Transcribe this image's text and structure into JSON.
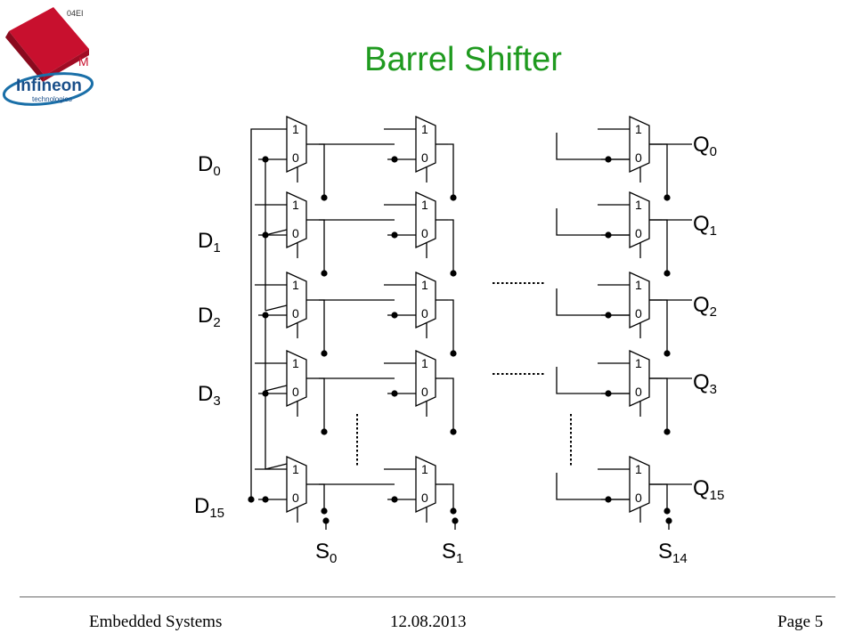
{
  "slide": {
    "title": "Barrel Shifter",
    "logo": {
      "brand": "Infineon",
      "tagline": "technologies",
      "corner_mark": "04EI",
      "letter": "M"
    }
  },
  "diagram": {
    "mux_labels": {
      "top": "1",
      "bottom": "0"
    },
    "inputs": [
      {
        "base": "D",
        "sub": "0"
      },
      {
        "base": "D",
        "sub": "1"
      },
      {
        "base": "D",
        "sub": "2"
      },
      {
        "base": "D",
        "sub": "3"
      },
      {
        "base": "D",
        "sub": "15"
      }
    ],
    "outputs": [
      {
        "base": "Q",
        "sub": "0"
      },
      {
        "base": "Q",
        "sub": "1"
      },
      {
        "base": "Q",
        "sub": "2"
      },
      {
        "base": "Q",
        "sub": "3"
      },
      {
        "base": "Q",
        "sub": "15"
      }
    ],
    "selects": [
      {
        "base": "S",
        "sub": "0"
      },
      {
        "base": "S",
        "sub": "1"
      },
      {
        "base": "S",
        "sub": "14"
      }
    ]
  },
  "footer": {
    "course": "Embedded Systems",
    "date": "12.08.2013",
    "page": "Page 5"
  }
}
